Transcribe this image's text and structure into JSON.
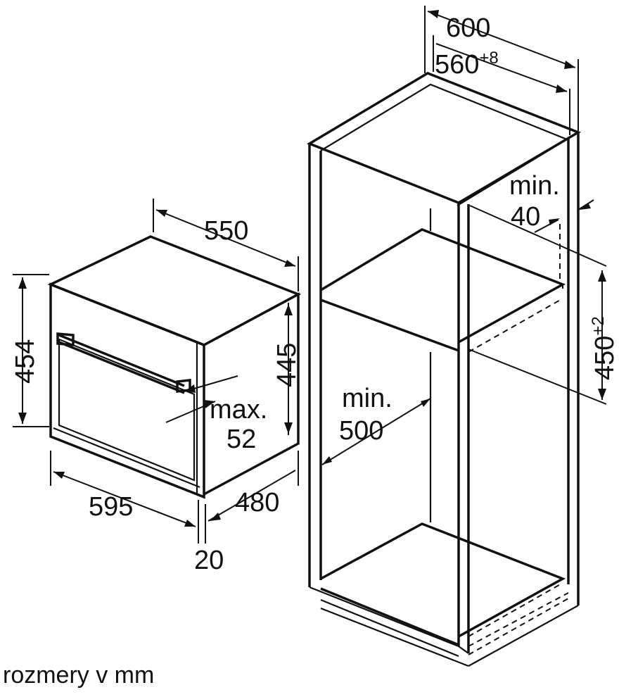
{
  "dimensions": {
    "oven_depth_total": "550",
    "oven_height_outer": "454",
    "oven_height_body": "445",
    "oven_width_front": "595",
    "oven_body_width": "480",
    "front_panel_depth": "20",
    "handle_gap_label": "max.",
    "handle_gap_value": "52",
    "cabinet_width": "600",
    "niche_width_base": "560",
    "niche_width_tol": "+8",
    "rear_gap_label": "min.",
    "rear_gap_value": "40",
    "niche_height_base": "450",
    "niche_height_tol": "+2",
    "niche_depth_label": "min.",
    "niche_depth_value": "500"
  },
  "caption": "rozmery v mm"
}
